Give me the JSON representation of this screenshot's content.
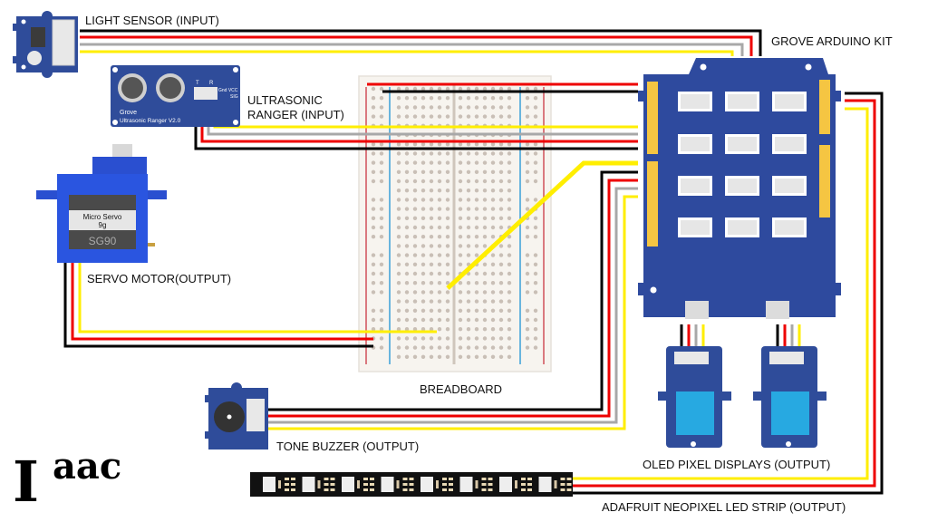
{
  "title": "Grove Arduino Kit wiring diagram",
  "colors": {
    "wire_black": "#000000",
    "wire_red": "#ee0000",
    "wire_gray": "#a8a8a8",
    "wire_yellow": "#ffee00",
    "board_blue": "#2e4a9e",
    "module_blue": "#2f4c9a",
    "header_yellow": "#f5c542",
    "oled_screen": "#27a9e1",
    "breadboard_bg": "#f7f4ef",
    "breadboard_hole": "#c9bfb6",
    "rail_red": "#d0505a",
    "rail_blue": "#3aa0d8",
    "led_strip": "#111111"
  },
  "labels": {
    "light_sensor": "LIGHT SENSOR (INPUT)",
    "ultrasonic_line1": "ULTRASONIC",
    "ultrasonic_line2": "RANGER (INPUT)",
    "servo": "SERVO MOTOR(OUTPUT)",
    "breadboard": "BREADBOARD",
    "arduino": "GROVE ARDUINO KIT",
    "buzzer": "TONE BUZZER (OUTPUT)",
    "oled": "OLED PIXEL DISPLAYS (OUTPUT)",
    "neopixel": "ADAFRUIT NEOPIXEL LED STRIP (OUTPUT)"
  },
  "components": {
    "ultrasonic": {
      "brand": "Grove",
      "model": "Ultrasonic Ranger V2.0",
      "pin_t": "T",
      "pin_r": "R",
      "pins_top": "Gnd VCC",
      "pins_bottom": "SIG"
    },
    "servo": {
      "line1": "Micro Servo",
      "line2": "9g",
      "model": "SG90"
    }
  },
  "logo": {
    "big": "I",
    "small": "aac"
  }
}
